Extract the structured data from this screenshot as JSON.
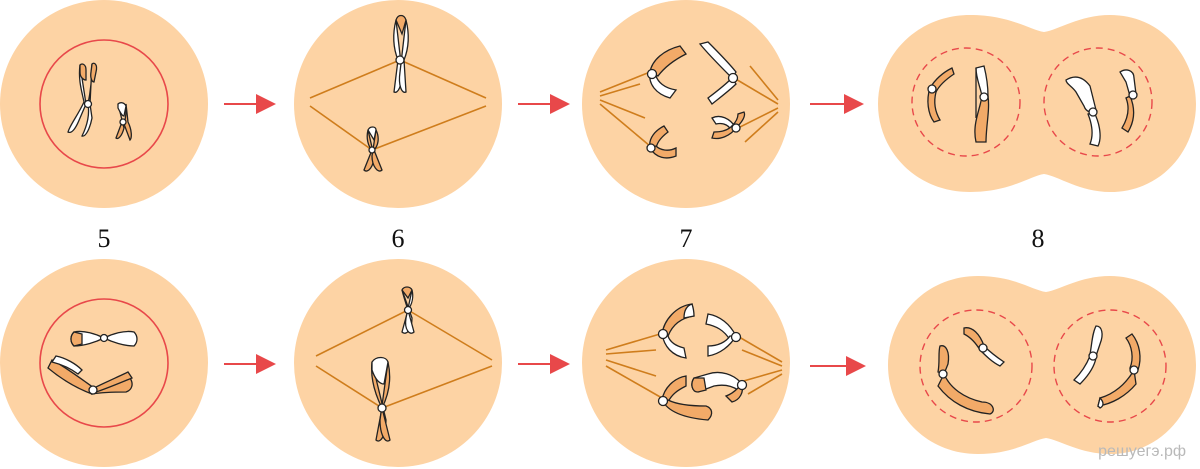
{
  "stage_labels": [
    "5",
    "6",
    "7",
    "8"
  ],
  "watermark": "решуегэ.рф",
  "colors": {
    "cell": "#fdd3a4",
    "nucleus": "#e8484a",
    "chromosome_orange": "#f2aa68",
    "chromosome_white": "#ffffff",
    "outline": "#222222",
    "spindle": "#cf7d1c",
    "arrow": "#e8484a"
  },
  "icons": {
    "arrow": "arrow-right-icon",
    "centromere": "centromere-dot-icon"
  }
}
